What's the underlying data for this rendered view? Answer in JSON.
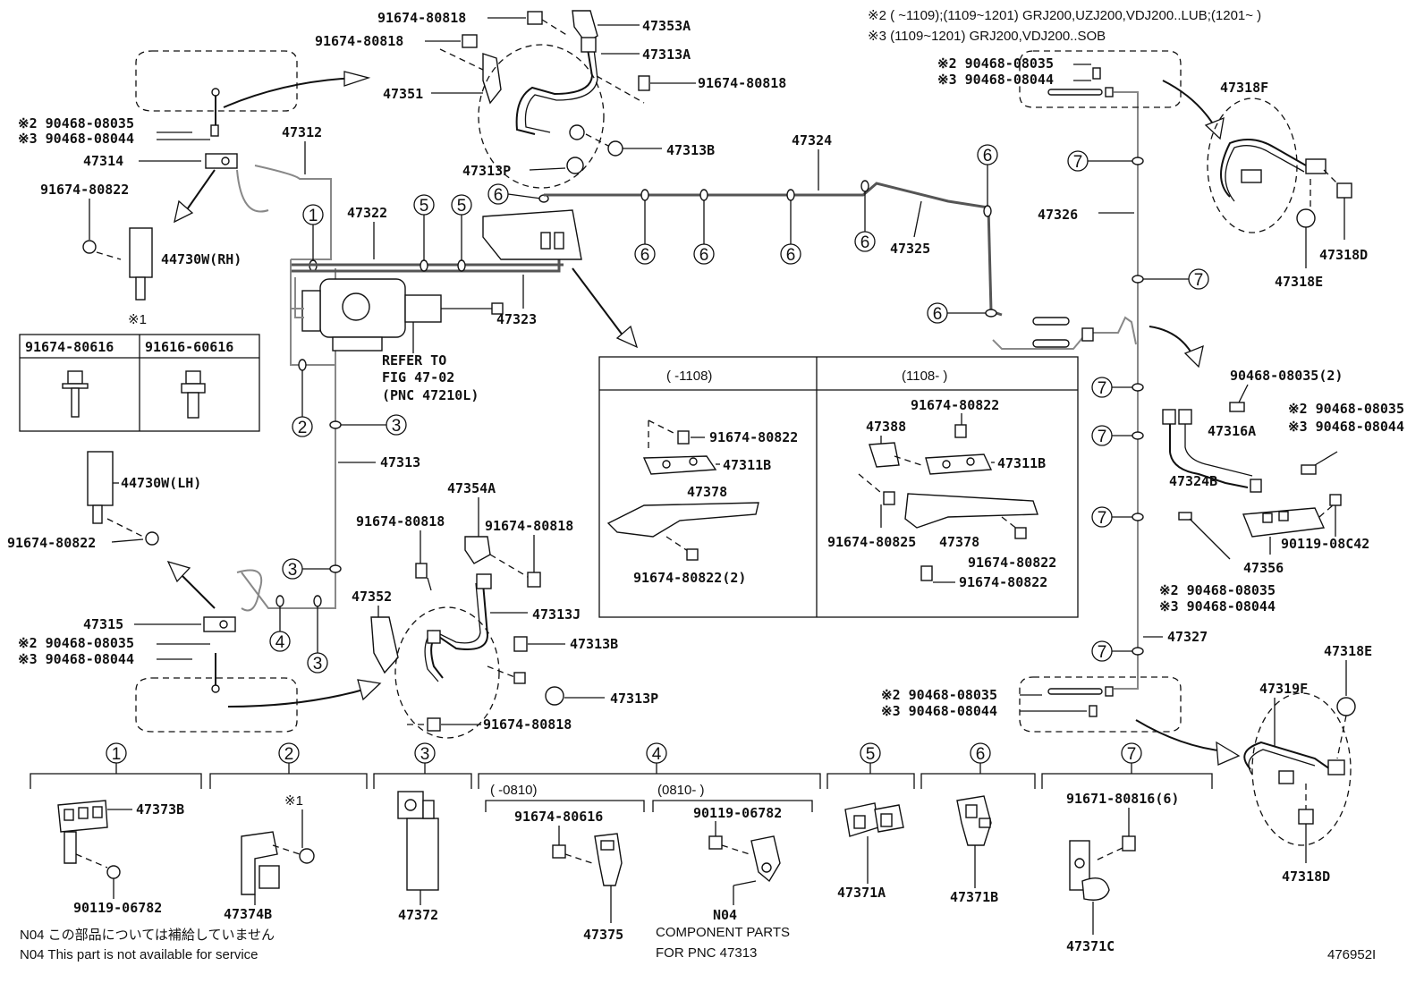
{
  "notes_top": {
    "note2": "※2 (       ~1109);(1109~1201) GRJ200,UZJ200,VDJ200..LUB;(1201~       )",
    "note3": "※3 (1109~1201) GRJ200,VDJ200..SOB"
  },
  "parts": {
    "p91674_80818_a": "91674-80818",
    "p91674_80818_b": "91674-80818",
    "p47353A": "47353A",
    "p47313A": "47313A",
    "p47351": "47351",
    "p91674_80818_c": "91674-80818",
    "p47313B_top": "47313B",
    "p47313P_top": "47313P",
    "p47324": "47324",
    "p47312": "47312",
    "p47314": "47314",
    "p47322": "47322",
    "p47323": "47323",
    "p47325": "47325",
    "p47326": "47326",
    "p47318F": "47318F",
    "p47318D_top": "47318D",
    "p47318E_top": "47318E",
    "p44730W_RH": "44730W(RH)",
    "p91674_80822_a": "91674-80822",
    "p44730W_LH": "44730W(LH)",
    "p91674_80822_b": "91674-80822",
    "p47313": "47313",
    "p47315": "47315",
    "p47354A": "47354A",
    "p91674_80818_d": "91674-80818",
    "p91674_80818_e": "91674-80818",
    "p47352": "47352",
    "p47313J": "47313J",
    "p47313B_bot": "47313B",
    "p47313P_bot": "47313P",
    "p91674_80818_f": "91674-80818",
    "p90468_08035_2": "90468-08035(2)",
    "p47316A": "47316A",
    "p47324B": "47324B",
    "p90119_08C42": "90119-08C42",
    "p47356": "47356",
    "p47327": "47327",
    "p47318E_bot": "47318E",
    "p47319F": "47319F",
    "p47318D_bot": "47318D",
    "s2_90468_08035_tl": "※2 90468-08035",
    "s3_90468_08044_tl": "※3 90468-08044",
    "s2_90468_08035_ml": "※2 90468-08035",
    "s3_90468_08044_ml": "※3 90468-08044",
    "s2_90468_08035_tr": "※2 90468-08035",
    "s3_90468_08044_tr": "※3 90468-08044",
    "s2_90468_08035_r": "※2 90468-08035",
    "s3_90468_08044_r": "※3 90468-08044",
    "s2_90468_08035_rm": "※2 90468-08035",
    "s3_90468_08044_rm": "※3 90468-08044",
    "s2_90468_08035_br": "※2 90468-08035",
    "s3_90468_08044_br": "※3 90468-08044"
  },
  "refer": {
    "line1": "REFER TO",
    "line2": "FIG 47-02",
    "line3": "(PNC 47210L)"
  },
  "mark1_box": {
    "mark": "※1",
    "col1": "91674-80616",
    "col2": "91616-60616"
  },
  "inset": {
    "left_header": "(       -1108)",
    "right_header": "(1108-        )",
    "l_91674_80822_a": "91674-80822",
    "l_47311B": "47311B",
    "l_47378": "47378",
    "l_91674_80822_2": "91674-80822(2)",
    "r_91674_80822_a": "91674-80822",
    "r_47388": "47388",
    "r_47311B": "47311B",
    "r_91674_80825": "91674-80825",
    "r_47378": "47378",
    "r_91674_80822_b": "91674-80822",
    "r_91674_80822_c": "91674-80822"
  },
  "circles": [
    "1",
    "2",
    "3",
    "4",
    "5",
    "6",
    "7"
  ],
  "bottom": {
    "g1_part1": "47373B",
    "g1_part2": "90119-06782",
    "g2_mark": "※1",
    "g2_part": "47374B",
    "g3_part": "47372",
    "g4_left_hdr": "(      -0810)",
    "g4_right_hdr": "(0810-        )",
    "g4_l_bolt": "91674-80616",
    "g4_r_bolt": "90119-06782",
    "g4_l_part": "47375",
    "g4_r_part": "N04",
    "g4_comp1": "COMPONENT PARTS",
    "g4_comp2": "FOR PNC 47313",
    "g5_part": "47371A",
    "g6_part": "47371B",
    "g7_bolt": "91671-80816(6)",
    "g7_part": "47371C",
    "note_jp": "N04 この部品については補給していません",
    "note_en": "N04 This part is not available for service",
    "fig_id": "476952I"
  }
}
